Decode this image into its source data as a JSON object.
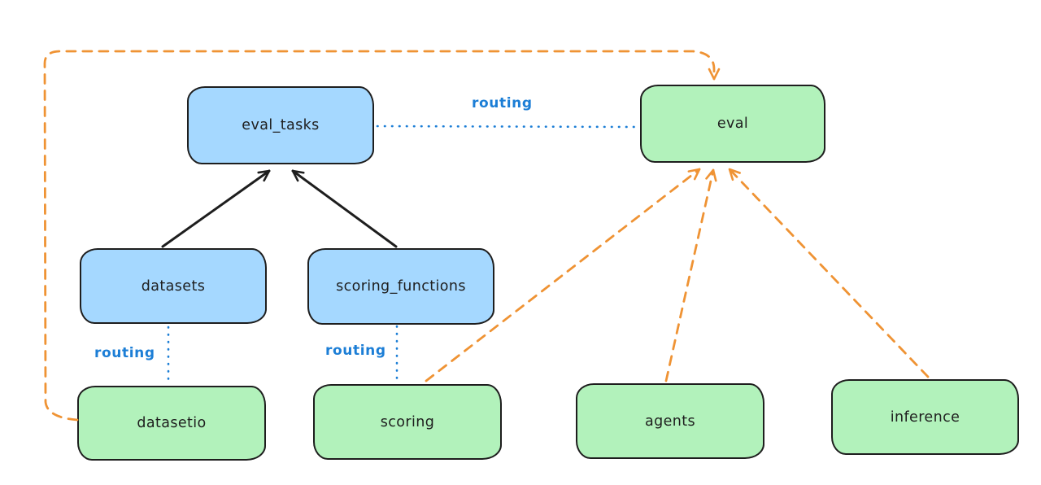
{
  "diagram": {
    "colors": {
      "background": "#ffffff",
      "blue_node_fill": "#a5d8ff",
      "green_node_fill": "#b2f2bb",
      "node_stroke": "#1e1e1e",
      "orange_edge": "#ef9334",
      "blue_edge": "#1c7ed6"
    },
    "nodes": [
      {
        "id": "eval_tasks",
        "label": "eval_tasks",
        "color": "blue"
      },
      {
        "id": "eval",
        "label": "eval",
        "color": "green"
      },
      {
        "id": "datasets",
        "label": "datasets",
        "color": "blue"
      },
      {
        "id": "scoring_functions",
        "label": "scoring_functions",
        "color": "blue"
      },
      {
        "id": "datasetio",
        "label": "datasetio",
        "color": "green"
      },
      {
        "id": "scoring",
        "label": "scoring",
        "color": "green"
      },
      {
        "id": "agents",
        "label": "agents",
        "color": "green"
      },
      {
        "id": "inference",
        "label": "inference",
        "color": "green"
      }
    ],
    "edges": [
      {
        "from": "datasets",
        "to": "eval_tasks",
        "style": "solid-black-arrow",
        "label": ""
      },
      {
        "from": "scoring_functions",
        "to": "eval_tasks",
        "style": "solid-black-arrow",
        "label": ""
      },
      {
        "from": "eval_tasks",
        "to": "eval",
        "style": "dotted-blue",
        "label": "routing"
      },
      {
        "from": "datasets",
        "to": "datasetio",
        "style": "dotted-blue",
        "label": "routing"
      },
      {
        "from": "scoring_functions",
        "to": "scoring",
        "style": "dotted-blue",
        "label": "routing"
      },
      {
        "from": "datasetio",
        "to": "eval",
        "style": "dashed-orange-arrow",
        "label": ""
      },
      {
        "from": "scoring",
        "to": "eval",
        "style": "dashed-orange-arrow",
        "label": ""
      },
      {
        "from": "agents",
        "to": "eval",
        "style": "dashed-orange-arrow",
        "label": ""
      },
      {
        "from": "inference",
        "to": "eval",
        "style": "dashed-orange-arrow",
        "label": ""
      }
    ]
  }
}
